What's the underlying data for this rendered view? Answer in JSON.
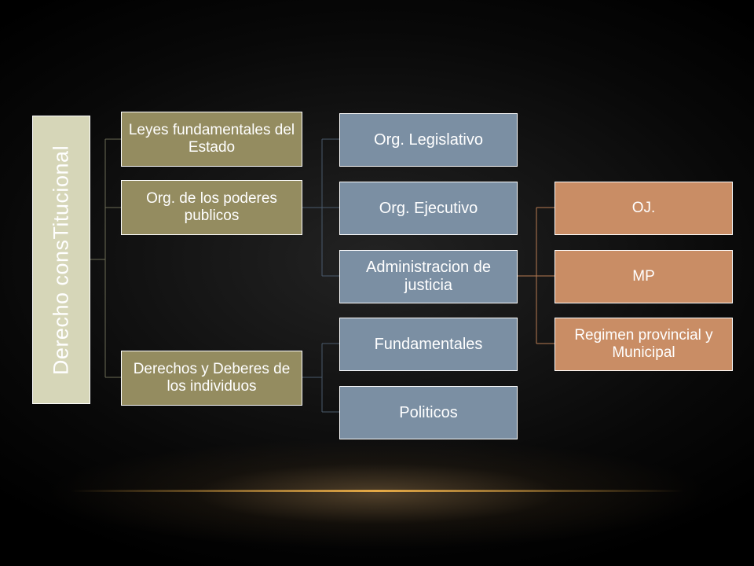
{
  "diagram": {
    "root": {
      "label": "Derecho consTitucional"
    },
    "level1": [
      {
        "label": "Leyes fundamentales del Estado"
      },
      {
        "label": "Org. de los poderes publicos"
      },
      {
        "label": "Derechos y  Deberes de los individuos"
      }
    ],
    "powers": [
      {
        "label": "Org. Legislativo"
      },
      {
        "label": "Org. Ejecutivo"
      },
      {
        "label": "Administracion de justicia"
      }
    ],
    "rights": [
      {
        "label": "Fundamentales"
      },
      {
        "label": "Politicos"
      }
    ],
    "justice": [
      {
        "label": "OJ."
      },
      {
        "label": "MP"
      },
      {
        "label": "Regimen provincial y Municipal"
      }
    ]
  },
  "colors": {
    "root": "#d6d6b8",
    "level1": "#948c60",
    "level2": "#7b8fa3",
    "level3": "#c98d65",
    "connector_blue": "#4a5a6c",
    "connector_orange": "#b77b52"
  }
}
